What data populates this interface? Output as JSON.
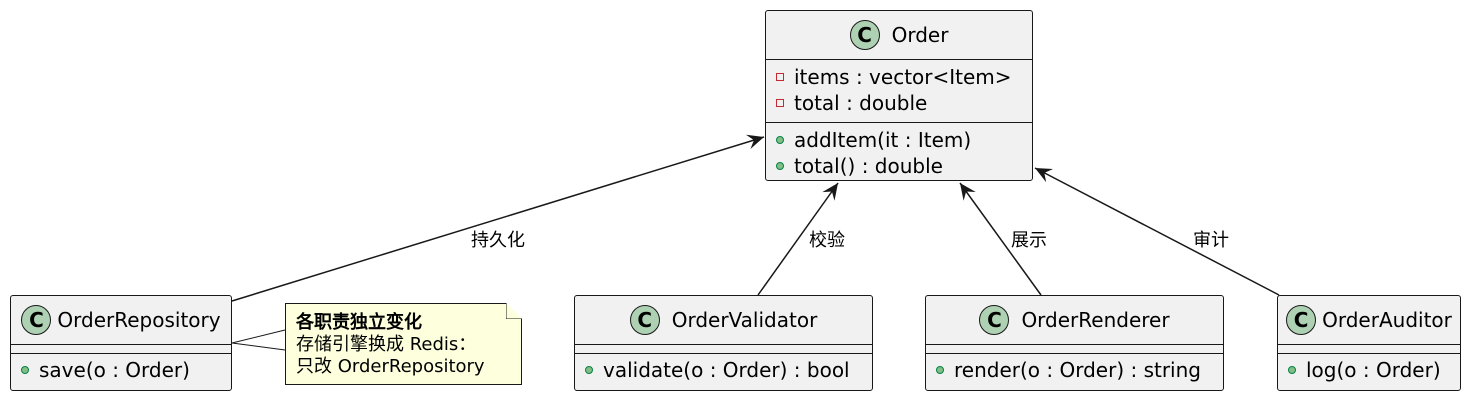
{
  "classes": {
    "order": {
      "name": "Order",
      "icon": "C",
      "fields": [
        {
          "visibility": "private",
          "text": "items : vector<Item>"
        },
        {
          "visibility": "private",
          "text": "total : double"
        }
      ],
      "methods": [
        {
          "visibility": "public",
          "text": "addItem(it : Item)"
        },
        {
          "visibility": "public",
          "text": "total() : double"
        }
      ]
    },
    "repository": {
      "name": "OrderRepository",
      "icon": "C",
      "methods": [
        {
          "visibility": "public",
          "text": "save(o : Order)"
        }
      ]
    },
    "validator": {
      "name": "OrderValidator",
      "icon": "C",
      "methods": [
        {
          "visibility": "public",
          "text": "validate(o : Order) : bool"
        }
      ]
    },
    "renderer": {
      "name": "OrderRenderer",
      "icon": "C",
      "methods": [
        {
          "visibility": "public",
          "text": "render(o : Order) : string"
        }
      ]
    },
    "auditor": {
      "name": "OrderAuditor",
      "icon": "C",
      "methods": [
        {
          "visibility": "public",
          "text": "log(o : Order)"
        }
      ]
    }
  },
  "edges": {
    "repository": "持久化",
    "validator": "校验",
    "renderer": "展示",
    "auditor": "审计"
  },
  "note": {
    "title": "各职责独立变化",
    "line1": "存储引擎换成 Redis：",
    "line2": "只改 OrderRepository"
  },
  "colors": {
    "class_fill": "#f1f1f1",
    "icon_fill": "#add1b2",
    "note_fill": "#feffdd",
    "private_marker": "#c82930",
    "public_marker": "#038048",
    "line": "#181818"
  }
}
